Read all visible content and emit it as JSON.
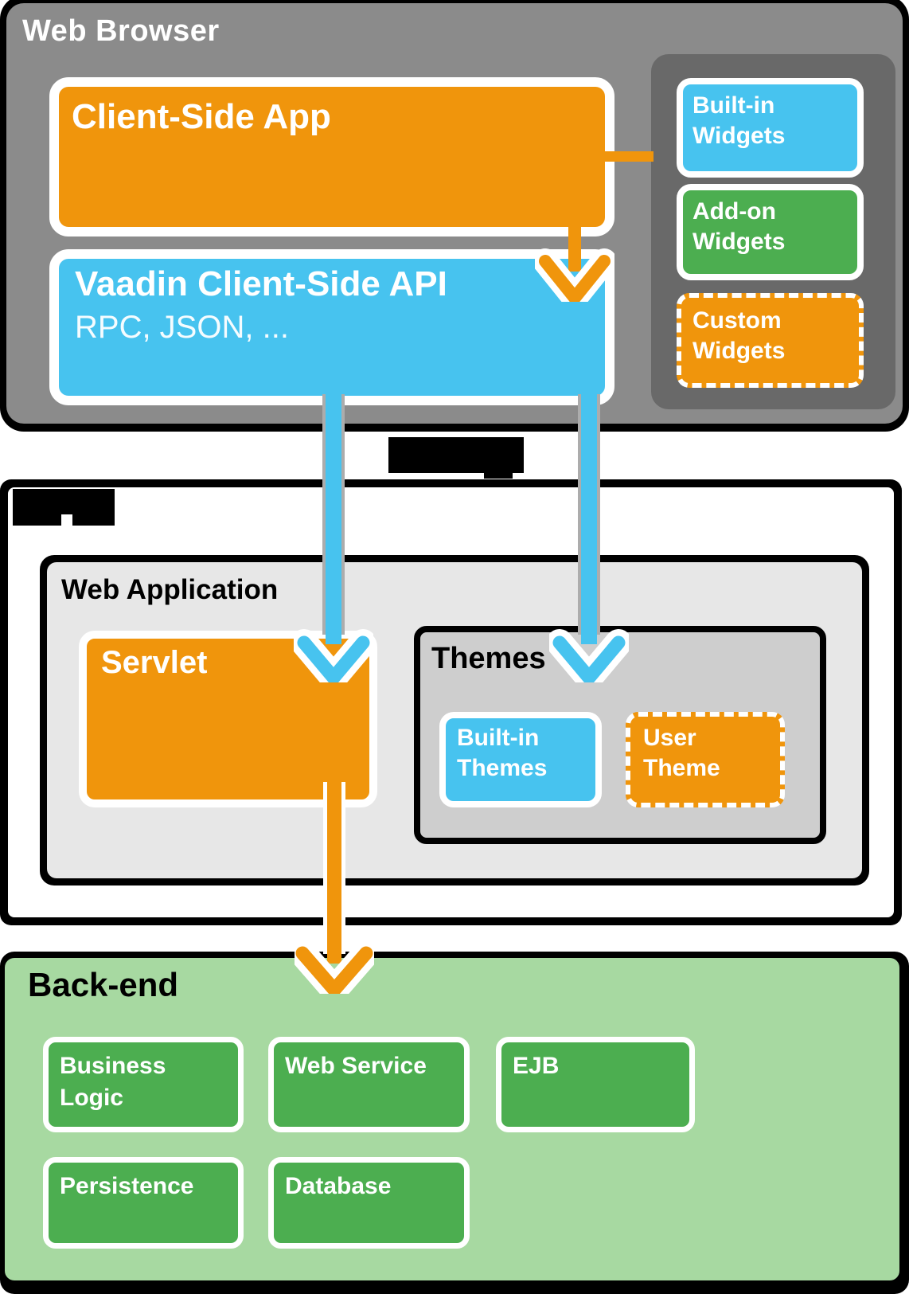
{
  "colors": {
    "orange": "#F0950C",
    "blue": "#47C3EF",
    "green": "#4CAE50",
    "light_green": "#A7D9A1",
    "browser_gray": "#8B8B8B",
    "widget_panel_gray": "#696969",
    "webapp_gray": "#E7E7E7",
    "themes_gray": "#CECECE",
    "frame_black": "#000000",
    "white": "#FFFFFF"
  },
  "browser": {
    "title": "Web Browser",
    "client_side_app": {
      "label": "Client-Side App"
    },
    "client_api": {
      "label": "Vaadin Client-Side API",
      "sublabel": "RPC, JSON, ..."
    },
    "widgets": [
      {
        "label": "Built-in\nWidgets",
        "style": "blue-solid-border"
      },
      {
        "label": "Add-on\nWidgets",
        "style": "green-solid-border"
      },
      {
        "label": "Custom\nWidgets",
        "style": "orange-dashed-border"
      }
    ]
  },
  "connection": {
    "label": "HTTP(S)"
  },
  "server": {
    "label": "Server",
    "web_application": {
      "title": "Web Application",
      "servlet": {
        "label": "Servlet"
      },
      "themes": {
        "title": "Themes",
        "items": [
          {
            "label": "Built-in\nThemes",
            "style": "blue-solid-border"
          },
          {
            "label": "User\nTheme",
            "style": "orange-dashed-border"
          }
        ]
      }
    }
  },
  "backend": {
    "title": "Back-end",
    "services": [
      {
        "label": "Business\nLogic"
      },
      {
        "label": "Web Service"
      },
      {
        "label": "EJB"
      },
      {
        "label": "Persistence"
      },
      {
        "label": "Database"
      }
    ]
  }
}
